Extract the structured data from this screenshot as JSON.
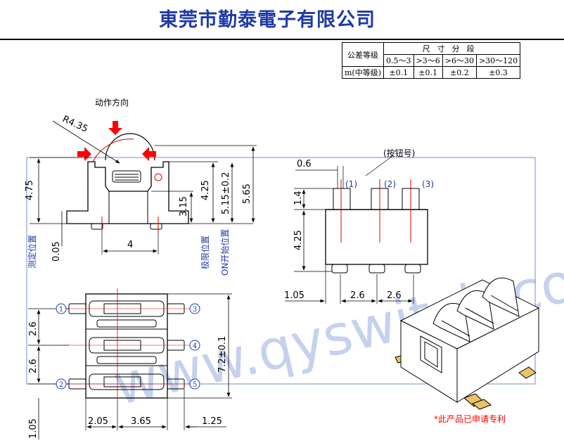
{
  "header": {
    "company_name": "東莞市勤泰電子有限公司"
  },
  "tolerance_table": {
    "label": "公差等级",
    "size_header": "尺寸分段",
    "ranges": [
      "0.5～3",
      ">3～6",
      ">6～30",
      ">30～120"
    ],
    "grade_label": "m(中等级)",
    "values": [
      "±0.1",
      "±0.1",
      "±0.2",
      "±0.3"
    ]
  },
  "side_view": {
    "action_label": "动作方向",
    "radius": "R4.35",
    "dim_4_75": "4.75",
    "dim_3_15": "3.15",
    "dim_4_25": "4.25",
    "dim_5_15": "5.15±0.2",
    "dim_5_65": "5.65",
    "dim_0_05": "0.05",
    "dim_4": "4",
    "label_measure": "测定位置",
    "label_limit": "极限位置",
    "label_on": "ON开始位置"
  },
  "front_view": {
    "button_no_label": "(按钮号)",
    "dim_0_6": "0.6",
    "dim_1_4": "1.4",
    "dim_4_25": "4.25",
    "dim_1_05": "1.05",
    "dim_2_6a": "2.6",
    "dim_2_6b": "2.6",
    "pin_labels": [
      "(1)",
      "(2)",
      "(3)"
    ]
  },
  "bottom_view": {
    "dim_2_6a": "2.6",
    "dim_2_6b": "2.6",
    "dim_7_2": "7.2±0.1",
    "dim_1_05": "1.05",
    "dim_2_05": "2.05",
    "dim_3_65": "3.65",
    "dim_1_25": "1.25",
    "pin_numbers": [
      "1",
      "2",
      "3",
      "4",
      "5"
    ]
  },
  "watermark": "www.qyswitch.com",
  "patent_note": "*此产品已申请专利",
  "colors": {
    "company": "#1e3aa8",
    "arrow": "#ff0000",
    "pin_label": "#1e3aa8",
    "frame": "#6f8fcf"
  }
}
